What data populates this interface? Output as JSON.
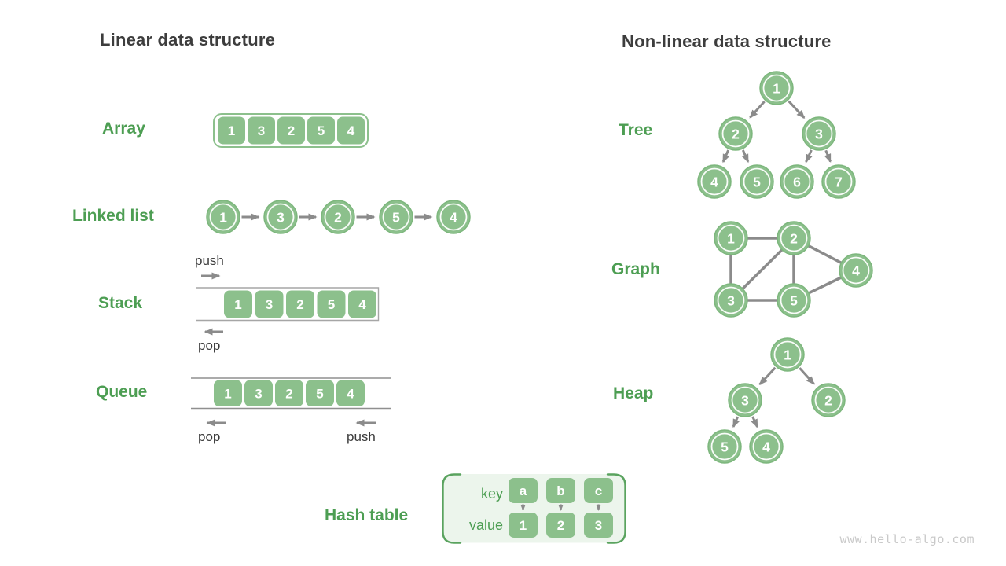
{
  "titles": {
    "linear": "Linear data structure",
    "nonlinear": "Non-linear data structure"
  },
  "watermark": "www.hello-algo.com",
  "colors": {
    "node_fill": "#8cc08c",
    "node_edge": "#7db77d",
    "label_green": "#4d9e53",
    "title": "#3d3d3d",
    "arrow": "#8b8b8b",
    "container_line": "#a6a6a6",
    "queue_line": "#8f8f8f",
    "hash_bg": "#ecf5ec",
    "hash_bracket": "#5aa35f",
    "text_dark": "#3b3b3b",
    "watermark_color": "#c9c9c9",
    "cell_text": "#ffffff"
  },
  "sections": {
    "array": {
      "label": "Array",
      "values": [
        "1",
        "3",
        "2",
        "5",
        "4"
      ]
    },
    "linked_list": {
      "label": "Linked list",
      "values": [
        "1",
        "3",
        "2",
        "5",
        "4"
      ]
    },
    "stack": {
      "label": "Stack",
      "values": [
        "1",
        "3",
        "2",
        "5",
        "4"
      ],
      "push": "push",
      "pop": "pop"
    },
    "queue": {
      "label": "Queue",
      "values": [
        "1",
        "3",
        "2",
        "5",
        "4"
      ],
      "push": "push",
      "pop": "pop"
    },
    "hash_table": {
      "label": "Hash table",
      "key_label": "key",
      "value_label": "value",
      "keys": [
        "a",
        "b",
        "c"
      ],
      "values": [
        "1",
        "2",
        "3"
      ]
    },
    "tree": {
      "label": "Tree",
      "values": [
        "1",
        "2",
        "3",
        "4",
        "5",
        "6",
        "7"
      ],
      "edges": [
        [
          0,
          1
        ],
        [
          0,
          2
        ],
        [
          1,
          3
        ],
        [
          1,
          4
        ],
        [
          2,
          5
        ],
        [
          2,
          6
        ]
      ]
    },
    "graph": {
      "label": "Graph",
      "values": [
        "1",
        "2",
        "3",
        "5",
        "4"
      ],
      "edges": [
        [
          0,
          1
        ],
        [
          0,
          2
        ],
        [
          1,
          2
        ],
        [
          1,
          3
        ],
        [
          1,
          4
        ],
        [
          2,
          3
        ],
        [
          3,
          4
        ]
      ]
    },
    "heap": {
      "label": "Heap",
      "values": [
        "1",
        "3",
        "2",
        "5",
        "4"
      ],
      "edges": [
        [
          0,
          1
        ],
        [
          0,
          2
        ],
        [
          1,
          3
        ],
        [
          1,
          4
        ]
      ]
    }
  }
}
